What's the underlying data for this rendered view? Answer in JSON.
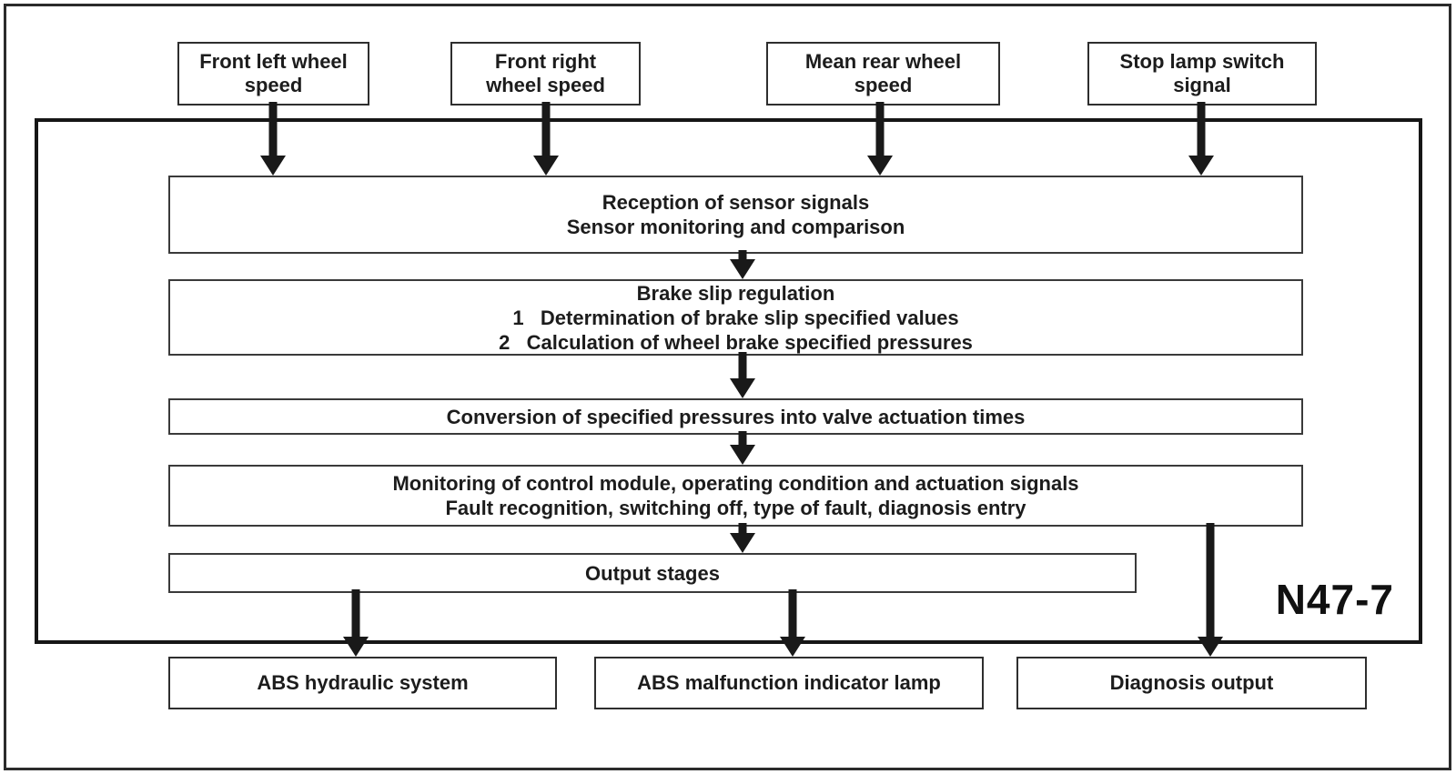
{
  "colors": {
    "line": "#191919",
    "border": "#2e2e2e",
    "background": "#ffffff",
    "text": "#1c1c1c"
  },
  "diagram": {
    "module_label": "N47-7",
    "inputs": [
      {
        "label": "Front left wheel\nspeed"
      },
      {
        "label": "Front right\nwheel speed"
      },
      {
        "label": "Mean rear wheel\nspeed"
      },
      {
        "label": "Stop lamp switch\nsignal"
      }
    ],
    "processes": [
      {
        "label": "Reception of sensor signals\nSensor monitoring and comparison"
      },
      {
        "label": "Brake slip regulation\n1   Determination of brake slip specified values\n2   Calculation of wheel brake specified pressures"
      },
      {
        "label": "Conversion of specified pressures into valve actuation times"
      },
      {
        "label": "Monitoring of control module, operating condition and actuation signals\nFault recognition, switching off, type of fault, diagnosis entry"
      },
      {
        "label": "Output stages"
      }
    ],
    "outputs": [
      {
        "label": "ABS hydraulic system"
      },
      {
        "label": "ABS malfunction indicator lamp"
      },
      {
        "label": "Diagnosis output"
      }
    ]
  }
}
